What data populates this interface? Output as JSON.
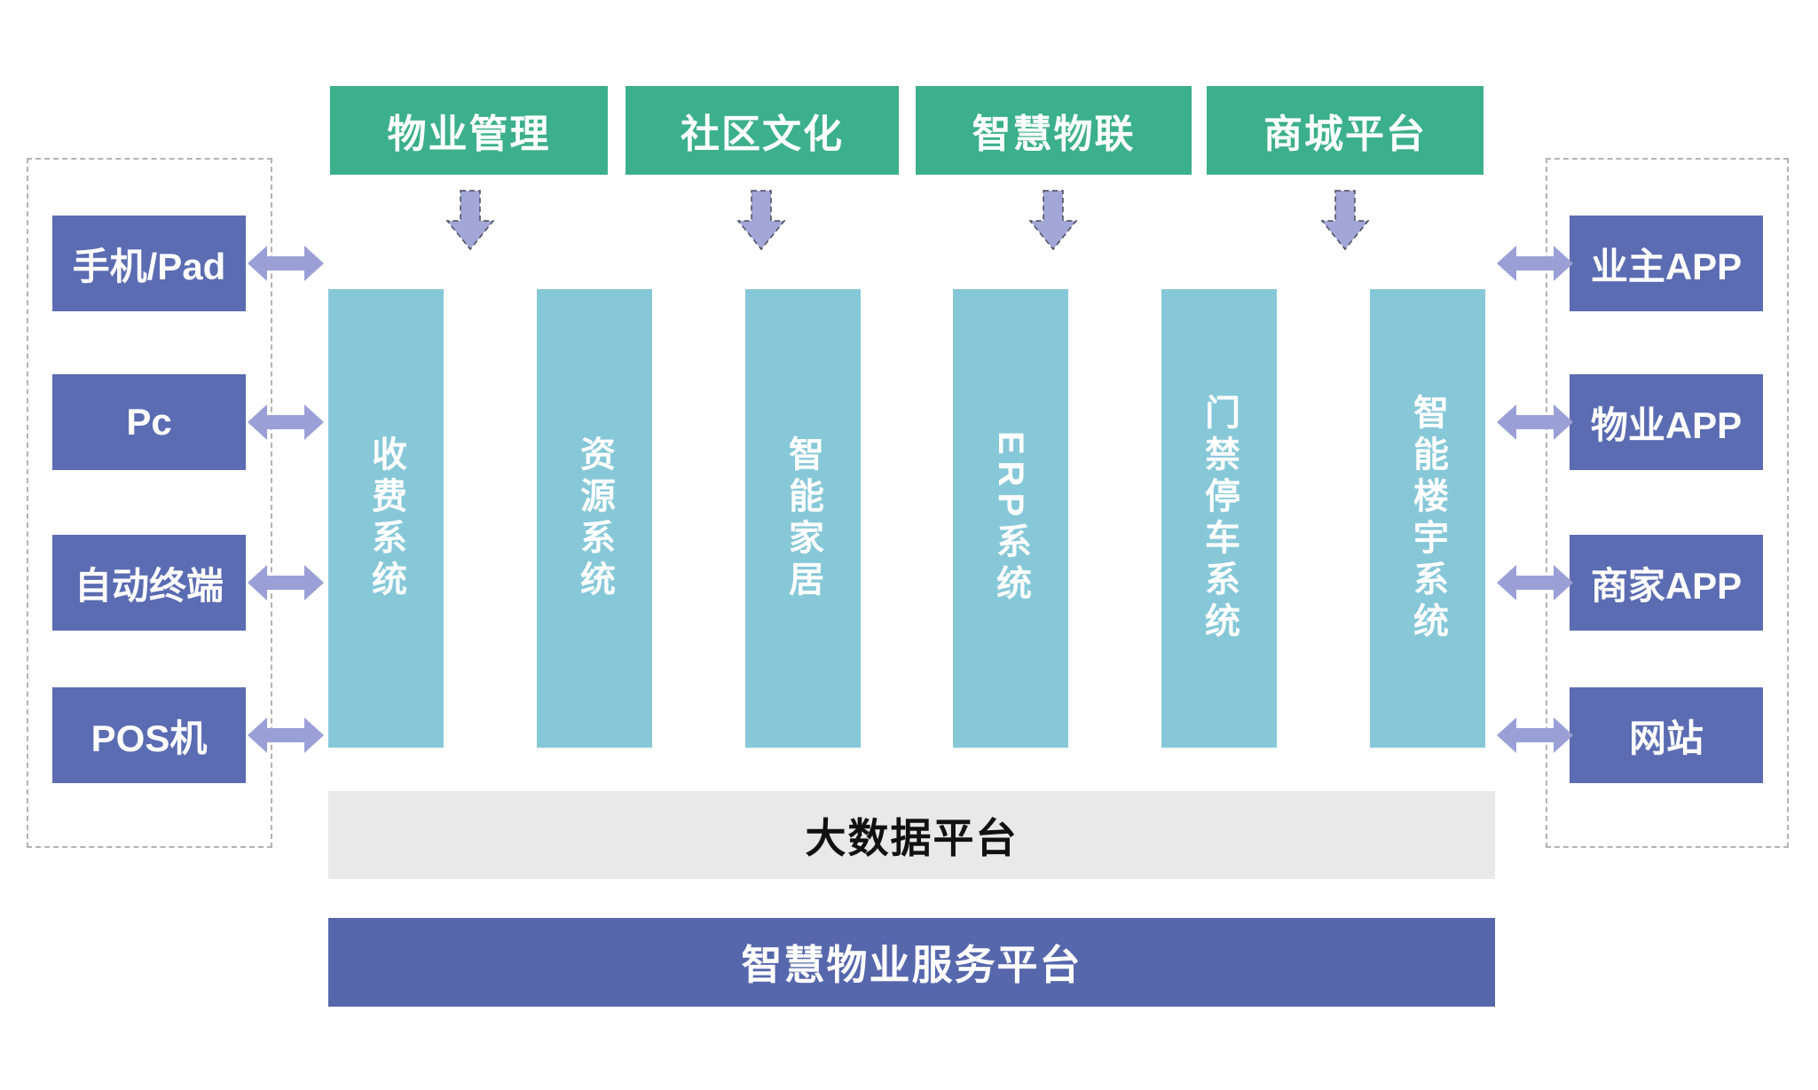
{
  "top_modules": {
    "items": [
      {
        "label": "物业管理"
      },
      {
        "label": "社区文化"
      },
      {
        "label": "智慧物联"
      },
      {
        "label": "商城平台"
      }
    ]
  },
  "systems": {
    "items": [
      {
        "label": "收费系统"
      },
      {
        "label": "资源系统"
      },
      {
        "label": "智能家居"
      },
      {
        "label": "ERP系统"
      },
      {
        "label": "门禁停车系统"
      },
      {
        "label": "智能楼宇系统"
      }
    ]
  },
  "left_devices": {
    "items": [
      {
        "label": "手机/Pad"
      },
      {
        "label": "Pc"
      },
      {
        "label": "自动终端"
      },
      {
        "label": "POS机"
      }
    ]
  },
  "right_apps": {
    "items": [
      {
        "label": "业主APP"
      },
      {
        "label": "物业APP"
      },
      {
        "label": "商家APP"
      },
      {
        "label": "网站"
      }
    ]
  },
  "platforms": {
    "big_data": {
      "label": "大数据平台"
    },
    "service": {
      "label": "智慧物业服务平台"
    }
  },
  "icons": {
    "down_arrow": "down-arrow-icon",
    "double_arrow": "left-right-arrow-icon"
  },
  "colors": {
    "module_green": "#3cb08a",
    "system_teal": "#87c8d8",
    "node_purple": "#5b6cb2",
    "platform_bar_purple": "#5767ac",
    "big_data_gray": "#e9e9e9",
    "arrow_fill": "#9aa0d6",
    "down_arrow_fill": "#a2a7d8",
    "dashed_border": "#b3b3b3"
  }
}
